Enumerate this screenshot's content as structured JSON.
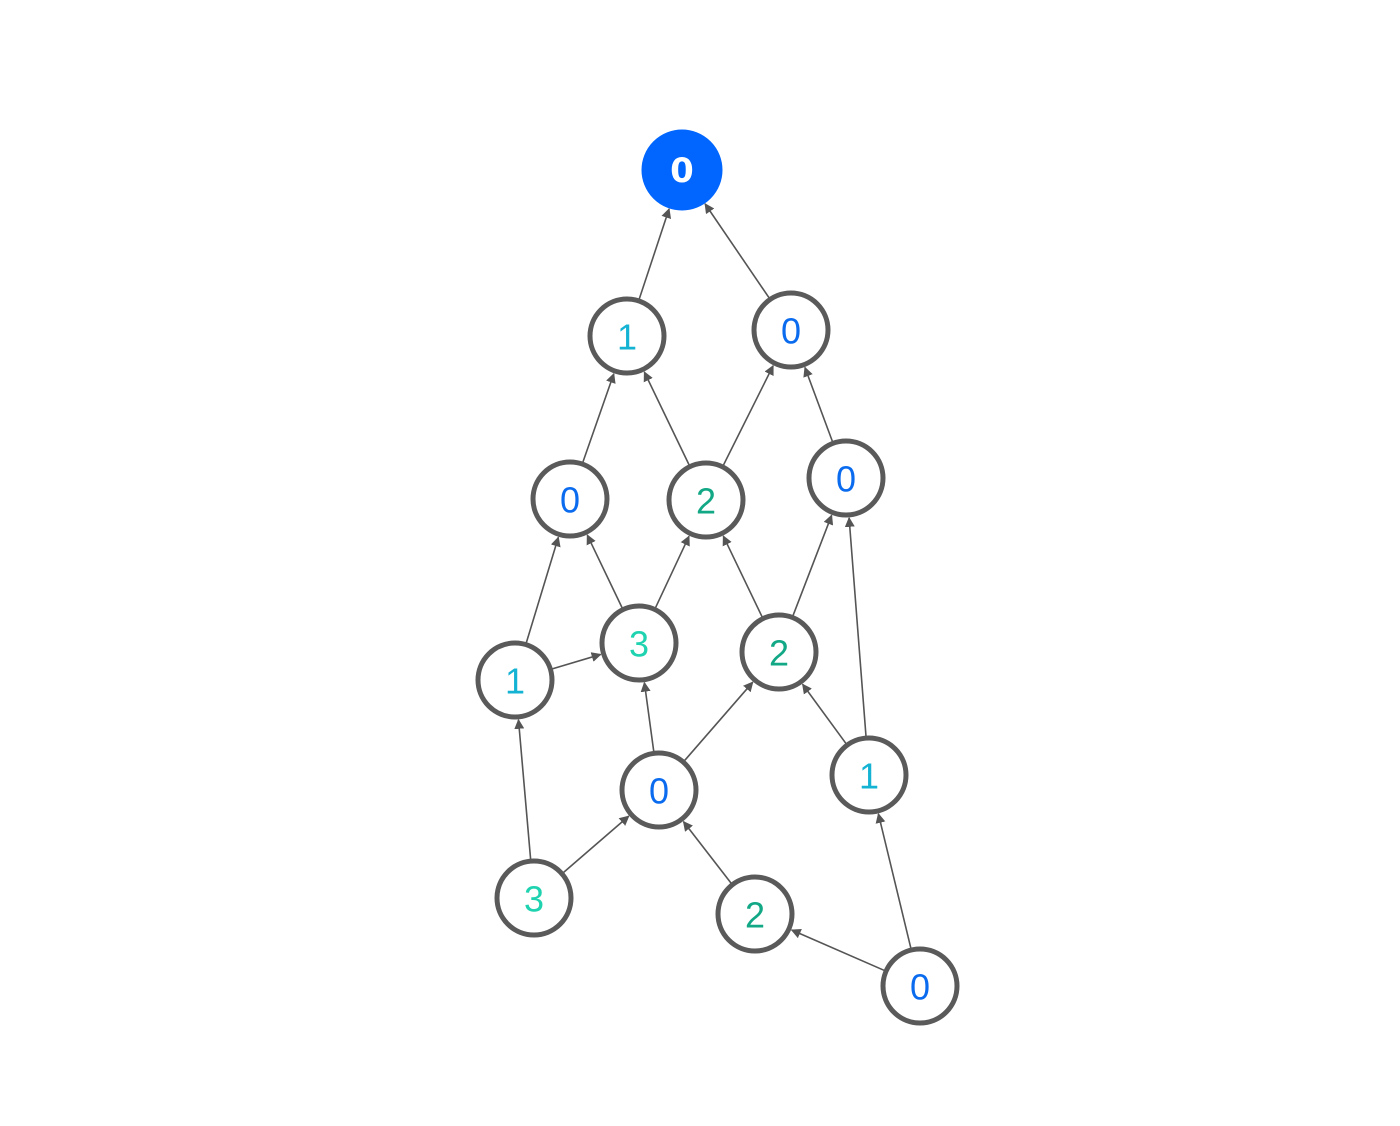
{
  "colors": {
    "root_fill": "#0066ff",
    "root_text": "#ffffff",
    "ring": "#5a5a5a",
    "edge": "#555555",
    "level_0": "#0a6bef",
    "level_1": "#15b3d3",
    "level_2": "#12a886",
    "level_3": "#1fd3b0"
  },
  "nodes": [
    {
      "id": "root",
      "label": "0",
      "level": 0,
      "root": true
    },
    {
      "id": "a1",
      "label": "1",
      "level": 1
    },
    {
      "id": "a2",
      "label": "0",
      "level": 0
    },
    {
      "id": "b1",
      "label": "0",
      "level": 0
    },
    {
      "id": "b2",
      "label": "2",
      "level": 2
    },
    {
      "id": "b3",
      "label": "0",
      "level": 0
    },
    {
      "id": "c1",
      "label": "1",
      "level": 1
    },
    {
      "id": "c2",
      "label": "3",
      "level": 3
    },
    {
      "id": "c3",
      "label": "2",
      "level": 2
    },
    {
      "id": "d1",
      "label": "0",
      "level": 0
    },
    {
      "id": "d2",
      "label": "1",
      "level": 1
    },
    {
      "id": "e1",
      "label": "3",
      "level": 3
    },
    {
      "id": "e2",
      "label": "2",
      "level": 2
    },
    {
      "id": "f1",
      "label": "0",
      "level": 0
    }
  ],
  "edges": [
    {
      "from": "a1",
      "to": "root"
    },
    {
      "from": "a2",
      "to": "root"
    },
    {
      "from": "b1",
      "to": "a1"
    },
    {
      "from": "b2",
      "to": "a1"
    },
    {
      "from": "b2",
      "to": "a2"
    },
    {
      "from": "b3",
      "to": "a2"
    },
    {
      "from": "c1",
      "to": "b1"
    },
    {
      "from": "c1",
      "to": "c2"
    },
    {
      "from": "c2",
      "to": "b1"
    },
    {
      "from": "c2",
      "to": "b2"
    },
    {
      "from": "c3",
      "to": "b2"
    },
    {
      "from": "c3",
      "to": "b3"
    },
    {
      "from": "d1",
      "to": "c2"
    },
    {
      "from": "d1",
      "to": "c3"
    },
    {
      "from": "d2",
      "to": "c3"
    },
    {
      "from": "d2",
      "to": "b3"
    },
    {
      "from": "e1",
      "to": "c1"
    },
    {
      "from": "e1",
      "to": "d1"
    },
    {
      "from": "e2",
      "to": "d1"
    },
    {
      "from": "f1",
      "to": "e2"
    },
    {
      "from": "f1",
      "to": "d2"
    }
  ]
}
